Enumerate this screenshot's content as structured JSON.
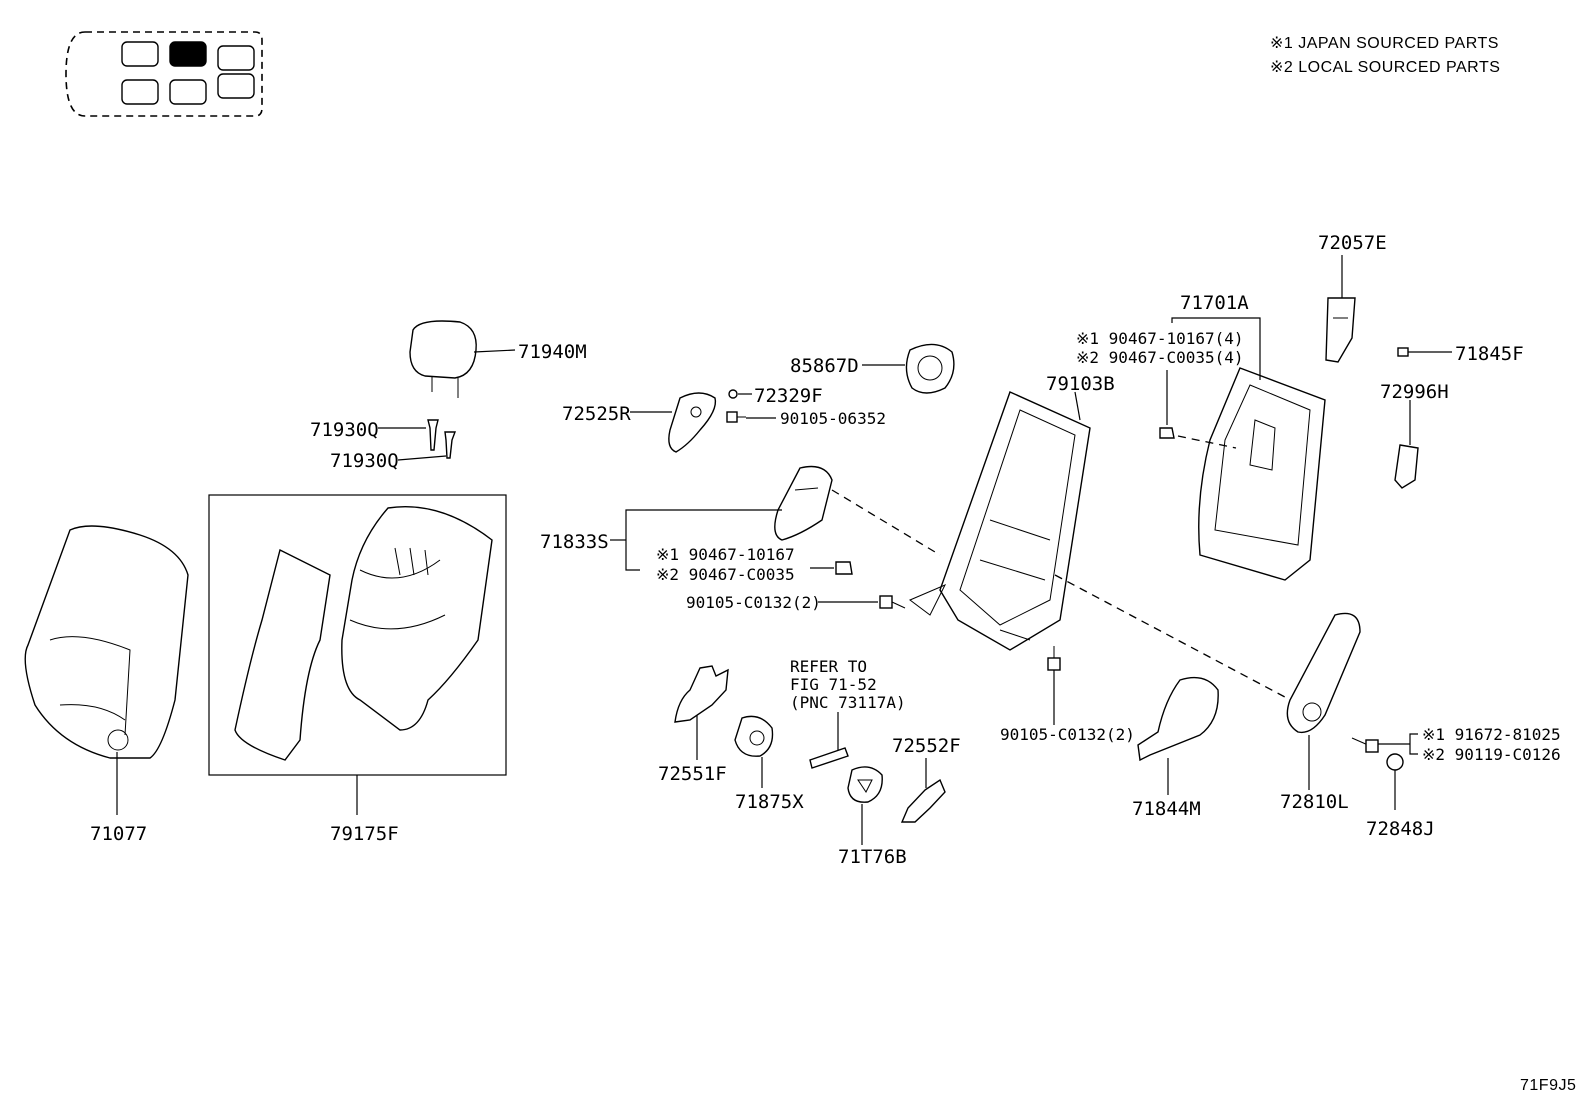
{
  "legend": {
    "notes": [
      "※1 JAPAN SOURCED PARTS",
      "※2 LOCAL SOURCED PARTS"
    ]
  },
  "figure_code": "71F9J5",
  "labels": {
    "p71940M": "71940M",
    "p71930Q_a": "71930Q",
    "p71930Q_b": "71930Q",
    "p71077": "71077",
    "p79175F": "79175F",
    "p72525R": "72525R",
    "p72329F": "72329F",
    "p90105_06352": "90105-06352",
    "p85867D": "85867D",
    "p79103B": "79103B",
    "p71701A": "71701A",
    "p90467_10167_4": "※1 90467-10167(4)",
    "p90467_C0035_4": "※2 90467-C0035(4)",
    "p72057E": "72057E",
    "p71845F": "71845F",
    "p72996H": "72996H",
    "p71833S": "71833S",
    "p90467_10167": "※1 90467-10167",
    "p90467_C0035": "※2 90467-C0035",
    "p90105_C0132_a": "90105-C0132(2)",
    "p90105_C0132_b": "90105-C0132(2)",
    "refer_line1": "REFER TO",
    "refer_line2": "FIG 71-52",
    "refer_line3": "(PNC 73117A)",
    "p72551F": "72551F",
    "p71875X": "71875X",
    "p72552F": "72552F",
    "p71T76B": "71T76B",
    "p71844M": "71844M",
    "p72810L": "72810L",
    "p91672_81025": "※1 91672-81025",
    "p90119_C0126": "※2 90119-C0126",
    "p72848J": "72848J"
  }
}
